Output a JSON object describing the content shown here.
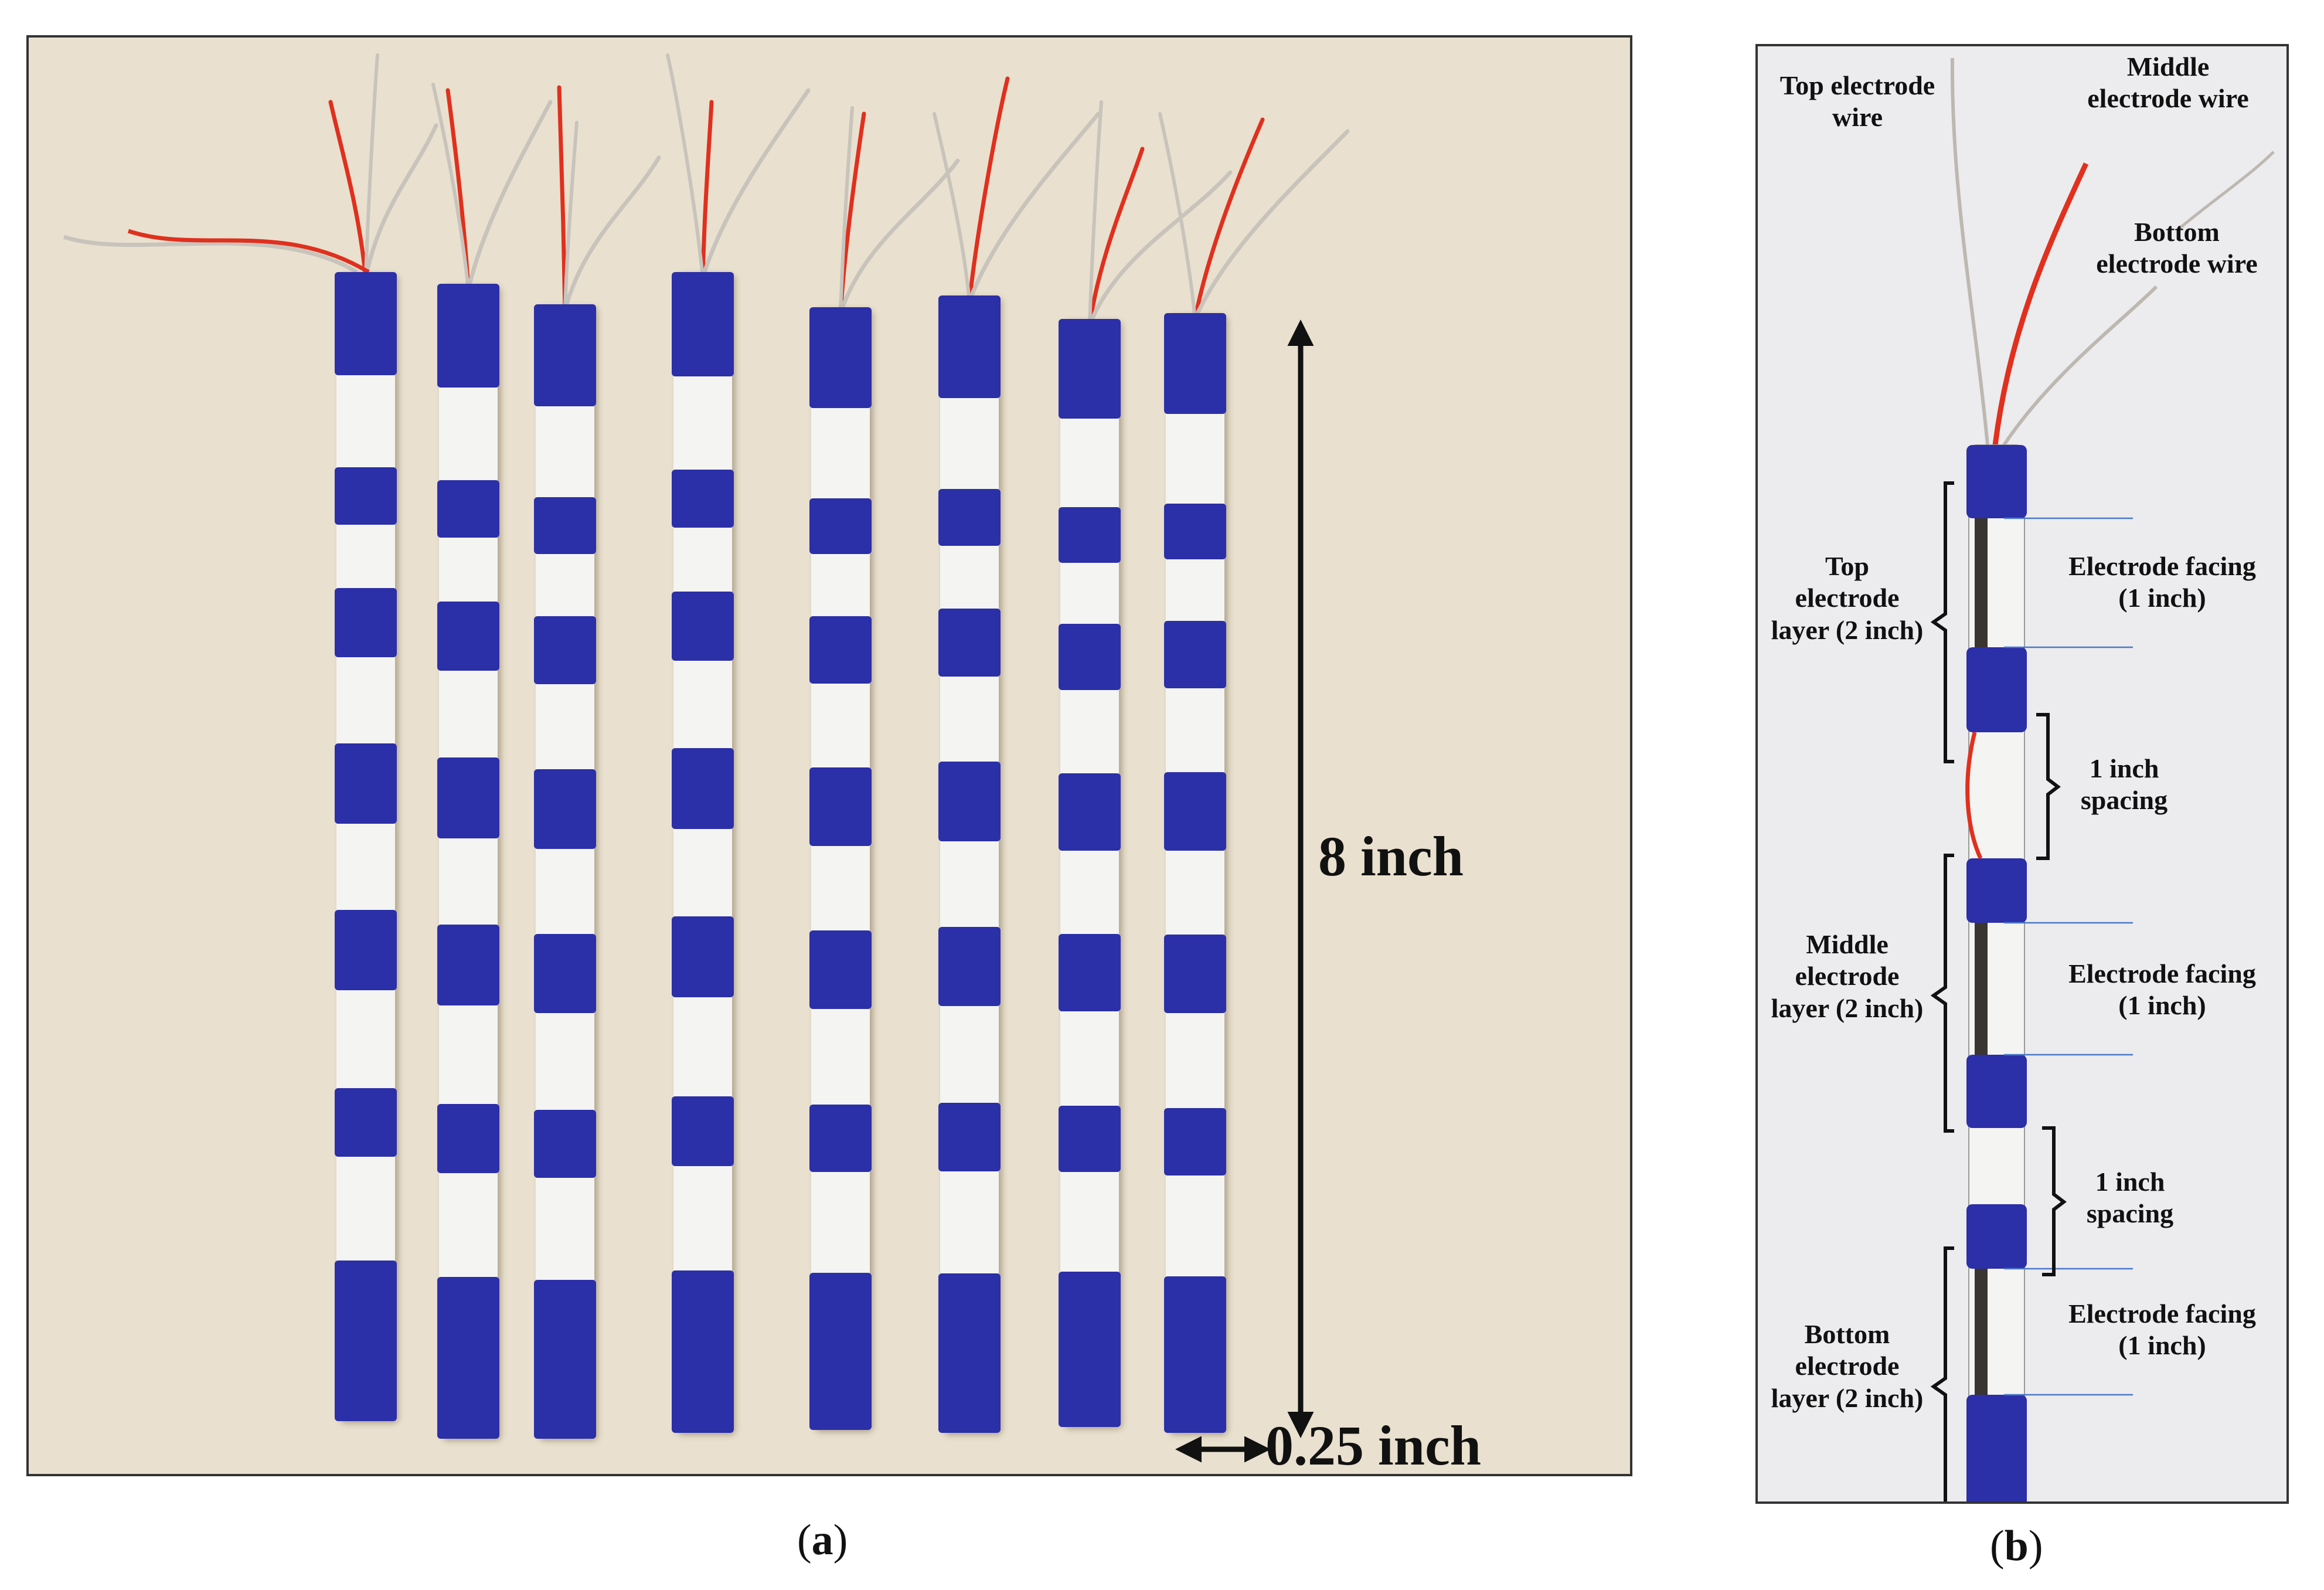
{
  "colors": {
    "tape_blue": "#2b2fa8",
    "tape_white": "#f4f4f2",
    "wire_red": "#e0301e",
    "wire_grey": "#c8c4bc",
    "backdrop_a": "#e9e0cf",
    "backdrop_b": "#ecebee",
    "guide_line": "#4a78c8"
  },
  "panel_a": {
    "caption_open": "(",
    "caption_letter": "a",
    "caption_close": ")",
    "rod_count": 8,
    "length_label": "8 inch",
    "diameter_label": "0.25 inch"
  },
  "panel_b": {
    "caption_open": "(",
    "caption_letter": "b",
    "caption_close": ")",
    "wires": {
      "top": [
        "Top electrode",
        "wire"
      ],
      "middle": [
        "Middle",
        "electrode wire"
      ],
      "bottom": [
        "Bottom",
        "electrode wire"
      ]
    },
    "layers": {
      "top": [
        "Top",
        "electrode",
        "layer (2 inch)"
      ],
      "middle": [
        "Middle",
        "electrode",
        "layer (2 inch)"
      ],
      "bottom": [
        "Bottom",
        "electrode",
        "layer (2 inch)"
      ]
    },
    "facings": {
      "top": [
        "Electrode facing",
        "(1 inch)"
      ],
      "middle": [
        "Electrode facing",
        "(1 inch)"
      ],
      "bottom": [
        "Electrode facing",
        "(1 inch)"
      ]
    },
    "spacings": {
      "upper": [
        "1 inch",
        "spacing"
      ],
      "lower": [
        "1 inch",
        "spacing"
      ]
    }
  }
}
